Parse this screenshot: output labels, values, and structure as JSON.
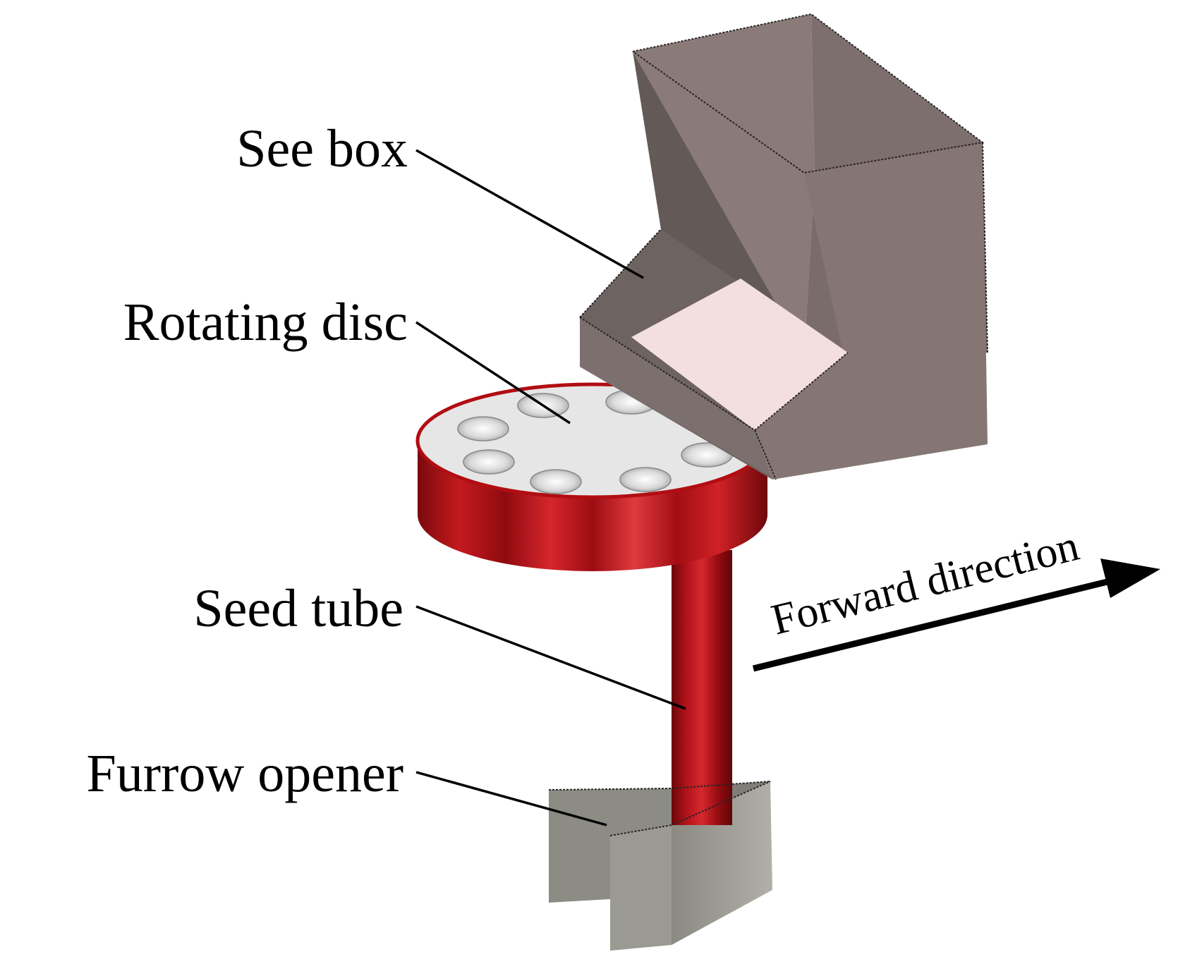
{
  "labels": {
    "seed_box": "See box",
    "rotating_disc": "Rotating disc",
    "seed_tube": "Seed  tube",
    "furrow_opener": "Furrow  opener",
    "forward_direction": "Forward direction"
  },
  "colors": {
    "hopper": "#857674",
    "hopper_dark": "#645a58",
    "hopper_light": "#f2dede",
    "disc_top": "#e6e6e6",
    "disc_rim": "#b10d12",
    "tube": "#a90c12",
    "opener": "#8f8f87",
    "opener_light": "#a8a8a0"
  }
}
